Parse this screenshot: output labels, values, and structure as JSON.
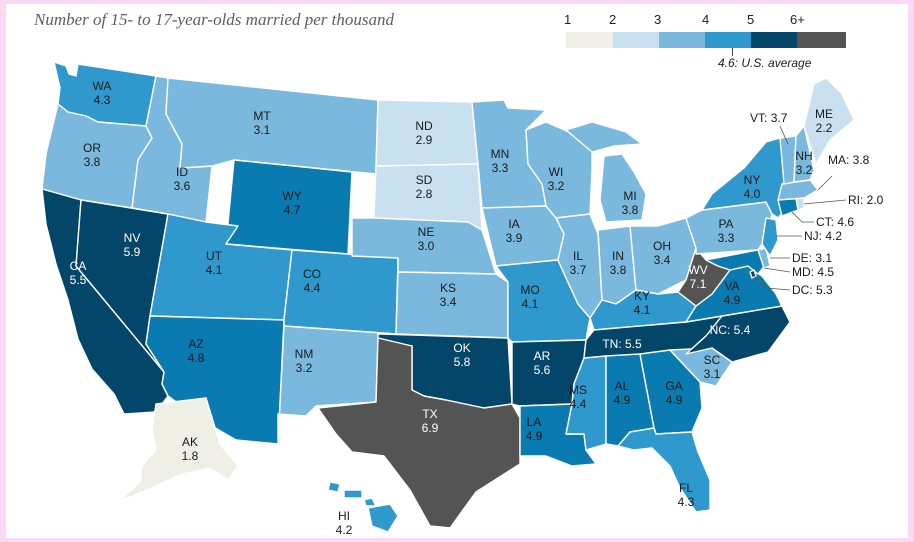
{
  "title": "Number of 15- to 17-year-olds married per thousand",
  "legend": {
    "labels": [
      "1",
      "2",
      "3",
      "4",
      "5",
      "6+"
    ],
    "colors": [
      "#efefe6",
      "#c8e0f0",
      "#7ab8de",
      "#2f98cc",
      "#0a7bb1",
      "#04466a",
      "#545454"
    ],
    "average_note": "4.6: U.S. average"
  },
  "states": {
    "WA": {
      "name": "WA",
      "value": "4.3"
    },
    "OR": {
      "name": "OR",
      "value": "3.8"
    },
    "CA": {
      "name": "CA",
      "value": "5.5"
    },
    "NV": {
      "name": "NV",
      "value": "5.9"
    },
    "ID": {
      "name": "ID",
      "value": "3.6"
    },
    "MT": {
      "name": "MT",
      "value": "3.1"
    },
    "WY": {
      "name": "WY",
      "value": "4.7"
    },
    "UT": {
      "name": "UT",
      "value": "4.1"
    },
    "AZ": {
      "name": "AZ",
      "value": "4.8"
    },
    "CO": {
      "name": "CO",
      "value": "4.4"
    },
    "NM": {
      "name": "NM",
      "value": "3.2"
    },
    "ND": {
      "name": "ND",
      "value": "2.9"
    },
    "SD": {
      "name": "SD",
      "value": "2.8"
    },
    "NE": {
      "name": "NE",
      "value": "3.0"
    },
    "KS": {
      "name": "KS",
      "value": "3.4"
    },
    "OK": {
      "name": "OK",
      "value": "5.8"
    },
    "TX": {
      "name": "TX",
      "value": "6.9"
    },
    "MN": {
      "name": "MN",
      "value": "3.3"
    },
    "IA": {
      "name": "IA",
      "value": "3.9"
    },
    "MO": {
      "name": "MO",
      "value": "4.1"
    },
    "AR": {
      "name": "AR",
      "value": "5.6"
    },
    "LA": {
      "name": "LA",
      "value": "4.9"
    },
    "WI": {
      "name": "WI",
      "value": "3.2"
    },
    "IL": {
      "name": "IL",
      "value": "3.7"
    },
    "MI": {
      "name": "MI",
      "value": "3.8"
    },
    "IN": {
      "name": "IN",
      "value": "3.8"
    },
    "OH": {
      "name": "OH",
      "value": "3.4"
    },
    "KY": {
      "name": "KY",
      "value": "4.1"
    },
    "TN": {
      "name": "TN",
      "value": "5.5"
    },
    "MS": {
      "name": "MS",
      "value": "4.4"
    },
    "AL": {
      "name": "AL",
      "value": "4.9"
    },
    "GA": {
      "name": "GA",
      "value": "4.9"
    },
    "FL": {
      "name": "FL",
      "value": "4.3"
    },
    "SC": {
      "name": "SC",
      "value": "3.1"
    },
    "NC": {
      "name": "NC",
      "value": "5.4"
    },
    "VA": {
      "name": "VA",
      "value": "4.9"
    },
    "WV": {
      "name": "WV",
      "value": "7.1"
    },
    "PA": {
      "name": "PA",
      "value": "3.3"
    },
    "NY": {
      "name": "NY",
      "value": "4.0"
    },
    "VT": {
      "name": "VT",
      "value": "3.7"
    },
    "NH": {
      "name": "NH",
      "value": "3.2"
    },
    "ME": {
      "name": "ME",
      "value": "2.2"
    },
    "MA": {
      "name": "MA",
      "value": "3.8"
    },
    "RI": {
      "name": "RI",
      "value": "2.0"
    },
    "CT": {
      "name": "CT",
      "value": "4.6"
    },
    "NJ": {
      "name": "NJ",
      "value": "4.2"
    },
    "DE": {
      "name": "DE",
      "value": "3.1"
    },
    "MD": {
      "name": "MD",
      "value": "4.5"
    },
    "DC": {
      "name": "DC",
      "value": "5.3"
    },
    "AK": {
      "name": "AK",
      "value": "1.8"
    },
    "HI": {
      "name": "HI",
      "value": "4.2"
    }
  }
}
